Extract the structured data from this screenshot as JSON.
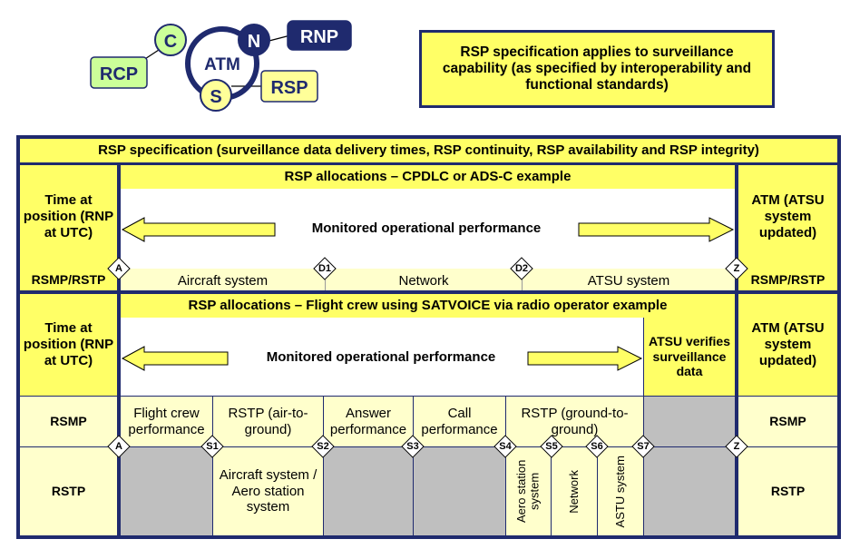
{
  "logo": {
    "center": "ATM",
    "c": "C",
    "n": "N",
    "s": "S",
    "rcp": "RCP",
    "rnp": "RNP",
    "rsp": "RSP"
  },
  "note": "RSP specification applies to surveillance capability (as specified by interoperability and functional standards)",
  "table": {
    "header": "RSP specification (surveillance data delivery times, RSP continuity, RSP availability and RSP integrity)",
    "sec1": {
      "title": "RSP allocations – CPDLC or ADS-C example",
      "left": "Time at position (RNP at UTC)",
      "right": "ATM (ATSU system updated)",
      "monitored": "Monitored operational performance",
      "rsmp_rstp_left": "RSMP/RSTP",
      "rsmp_rstp_right": "RSMP/RSTP",
      "seg_aircraft": "Aircraft system",
      "seg_network": "Network",
      "seg_atsu": "ATSU system",
      "pt_a": "A",
      "pt_d1": "D1",
      "pt_d2": "D2",
      "pt_z": "Z"
    },
    "sec2": {
      "title": "RSP allocations – Flight crew using SATVOICE via radio operator example",
      "left": "Time at position (RNP at UTC)",
      "monitored": "Monitored operational performance",
      "atsu_verifies": "ATSU verifies surveillance data",
      "right": "ATM (ATSU system updated)",
      "rsmp_left": "RSMP",
      "rsmp_right": "RSMP",
      "rstp_left": "RSTP",
      "rstp_right": "RSTP",
      "flight_crew": "Flight crew performance",
      "rstp_air": "RSTP (air-to-ground)",
      "answer": "Answer performance",
      "call": "Call performance",
      "rstp_ground": "RSTP (ground-to-ground)",
      "aircraft_aero": "Aircraft system / Aero station system",
      "aero_station": "Aero station system",
      "network": "Network",
      "astu": "ASTU system",
      "pt_a": "A",
      "pt_s1": "S1",
      "pt_s2": "S2",
      "pt_s3": "S3",
      "pt_s4": "S4",
      "pt_s5": "S5",
      "pt_s6": "S6",
      "pt_s7": "S7",
      "pt_z": "Z"
    }
  },
  "colors": {
    "border": "#1f2a6e",
    "yellow": "#ffff66",
    "cream": "#ffffcc",
    "gray": "#bfbfbf",
    "logo_green": "#ccff99",
    "logo_yellow": "#ffff99",
    "logo_navy": "#1f2a6e"
  }
}
